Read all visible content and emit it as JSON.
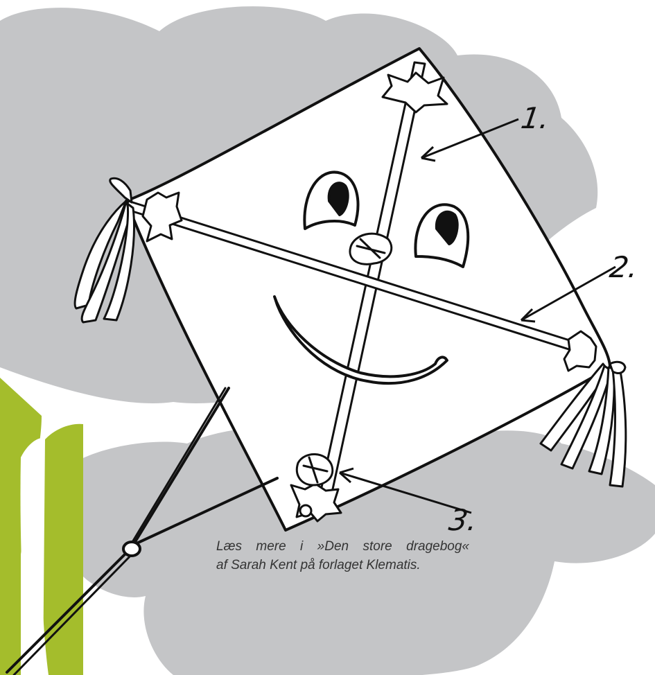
{
  "labels": {
    "one": "1.",
    "two": "2.",
    "three": "3."
  },
  "caption": {
    "line1": "Læs mere i »Den store dragebog«",
    "line2": "af Sarah Kent på forlaget Klematis."
  },
  "colors": {
    "cloud": "#c4c5c7",
    "accent_green": "#a4bd2c",
    "ink": "#111111",
    "background": "#ffffff"
  }
}
